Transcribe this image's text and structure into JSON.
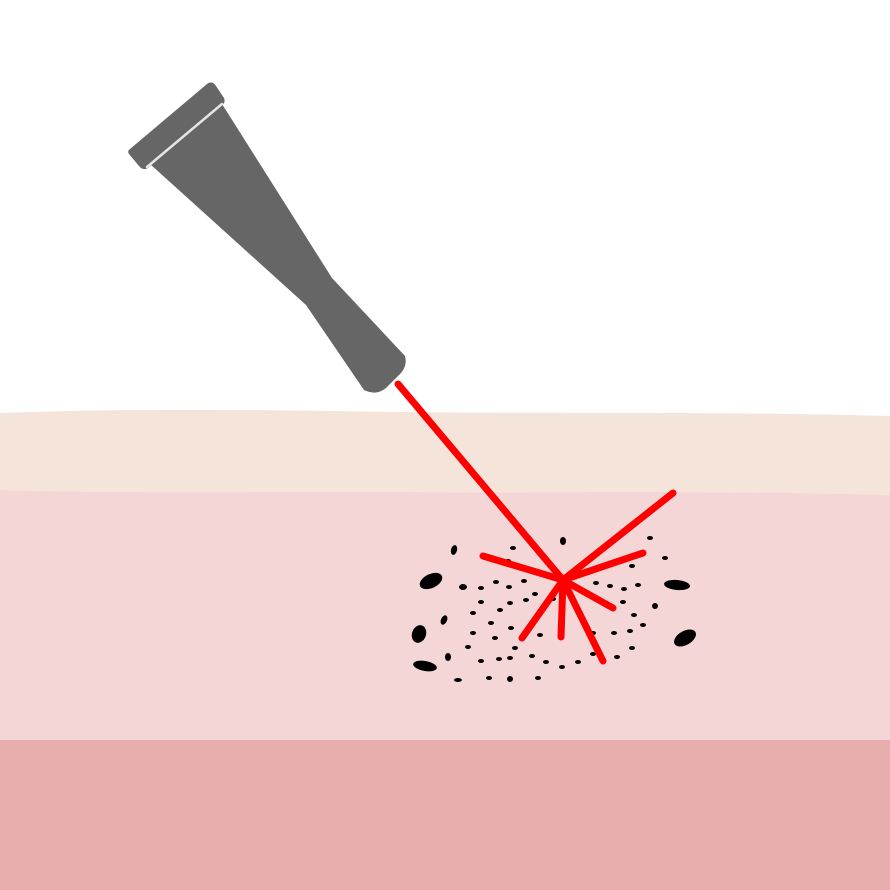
{
  "colors": {
    "background": "#ffffff",
    "epidermis": "#f5e4d9",
    "dermis": "#f5d6d7",
    "subcutis": "#e8adad",
    "device_body": "#666666",
    "device_highlight": "#e6e6e6",
    "laser": "#ff0000",
    "ink": "#000000"
  },
  "layers": [
    {
      "id": "epidermis",
      "color_key": "epidermis"
    },
    {
      "id": "dermis",
      "color_key": "dermis"
    },
    {
      "id": "subcutis",
      "color_key": "subcutis"
    }
  ],
  "elements": {
    "device": "laser-handpiece",
    "beam": "laser-beam",
    "burst": "laser-burst",
    "target": "tattoo-ink-particles"
  }
}
